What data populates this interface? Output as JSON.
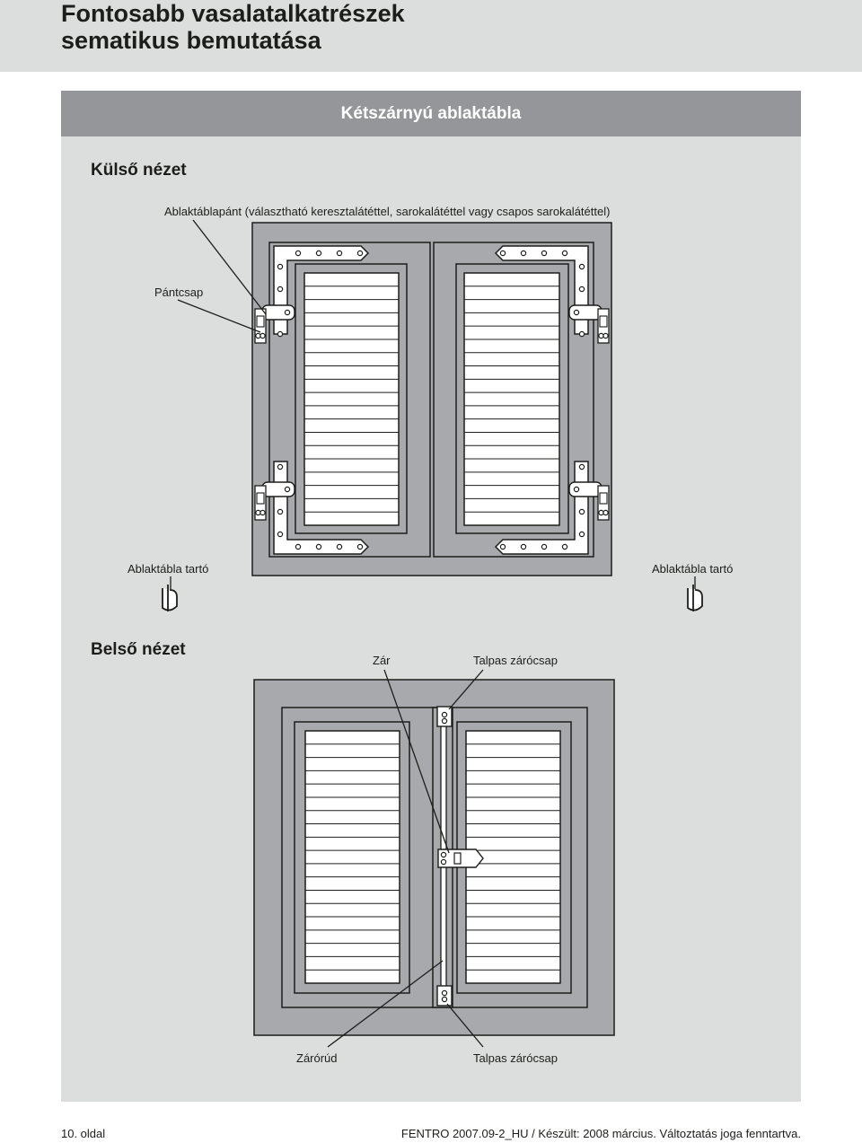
{
  "page_title": [
    "Fontosabb vasalatalkatrészek",
    "sematikus bemutatása"
  ],
  "section_title": "Kétszárnyú ablaktábla",
  "exterior": {
    "heading": "Külső nézet",
    "hinge_label": "Ablaktáblapánt (választható keresztalátéttel, sarokalátéttel vagy csapos sarokalátéttel)",
    "pin_label": "Pántcsap",
    "holder_left_label": "Ablaktábla tartó",
    "holder_right_label": "Ablaktábla tartó"
  },
  "interior": {
    "heading": "Belső nézet",
    "lock_label": "Zár",
    "bolt_top_label": "Talpas zárócsap",
    "rod_label": "Zárórúd",
    "bolt_bottom_label": "Talpas zárócsap"
  },
  "footer": {
    "page": "10. oldal",
    "info": "FENTRO 2007.09-2_HU / Készült: 2008 március. Változtatás joga fenntartva."
  },
  "colors": {
    "panel": "#dcdddd",
    "section_bar": "#949699",
    "shutter": "#a7a9ac",
    "ink": "#1d1d1b"
  }
}
